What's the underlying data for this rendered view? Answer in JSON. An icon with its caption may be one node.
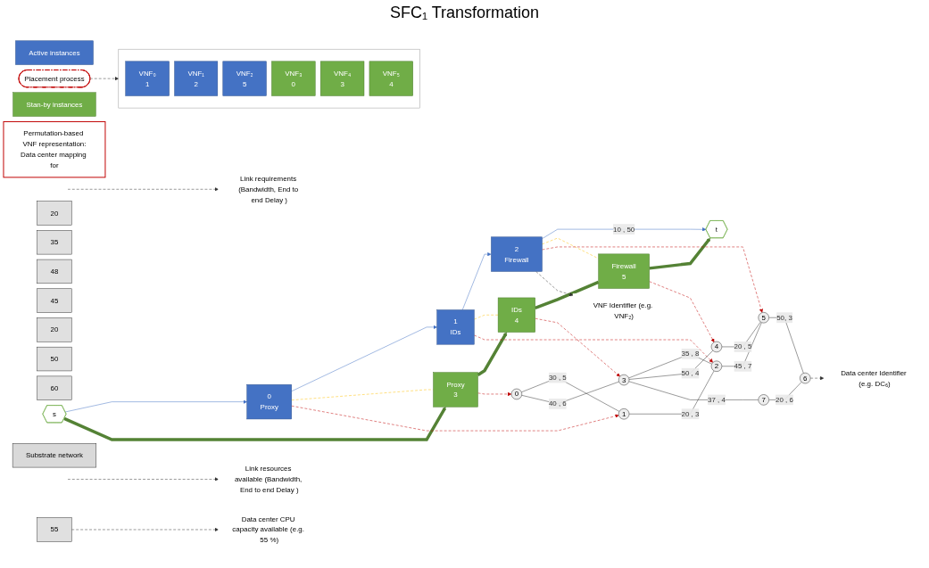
{
  "diagram": {
    "title": "SFC₁ Transformation",
    "nodes": [
      {
        "text": [
          "Active instances"
        ]
      },
      {
        "text": [
          "VNF Identifier (e.g. VNF₂)"
        ]
      },
      {
        "text": [
          "0",
          "Proxy"
        ]
      },
      {
        "text": [
          "1",
          "IDs"
        ]
      },
      {
        "text": [
          "2",
          "Firewall"
        ]
      },
      {
        "text": [
          "Link requirements (Bandwidth, End to end Delay )"
        ]
      },
      {
        "text": [
          "s"
        ]
      },
      {
        "text": [
          "t"
        ]
      },
      {
        "text": [
          "Proxy",
          "3"
        ]
      },
      {
        "text": [
          "IDs",
          "4"
        ]
      },
      {
        "text": [
          "Firewall",
          "5"
        ]
      },
      {
        "text": [
          "Stan-by instances"
        ]
      },
      {
        "text": [
          "Permutation-based VNF representation:",
          "Data center mapping for"
        ]
      },
      {
        "text": [],
        "shape": "box"
      },
      {
        "text": [
          "VNF₀",
          "1"
        ],
        "in": 13
      },
      {
        "text": [
          "VNF₁",
          "2"
        ],
        "in": 13
      },
      {
        "text": [
          "VNF₂",
          "5"
        ],
        "in": 13
      },
      {
        "text": [
          "VNF₃",
          "0"
        ],
        "in": 13
      },
      {
        "text": [
          "VNF₄",
          "3"
        ],
        "in": 13
      },
      {
        "text": [
          "VNF₅",
          "4"
        ],
        "in": 13
      },
      {
        "text": [
          "Placement process"
        ]
      },
      {
        "text": [
          "20"
        ]
      },
      {
        "text": [
          "35"
        ]
      },
      {
        "text": [
          "48"
        ]
      },
      {
        "text": [
          "45"
        ]
      },
      {
        "text": [
          "1"
        ]
      },
      {
        "text": [
          "2"
        ]
      },
      {
        "text": [
          "5"
        ]
      },
      {
        "text": [
          "6"
        ]
      },
      {
        "text": [
          "Data center Identifier (e.g. DC₆)"
        ]
      },
      {
        "text": [
          "4"
        ]
      },
      {
        "text": [
          "20"
        ]
      },
      {
        "text": [
          "0"
        ]
      },
      {
        "text": [
          "3"
        ]
      },
      {
        "text": [
          "7"
        ]
      },
      {
        "text": [
          "Link resources available (Bandwidth, End to end Delay )"
        ]
      },
      {
        "text": [
          "50"
        ]
      },
      {
        "text": [
          "60"
        ]
      },
      {
        "text": [
          "55"
        ]
      },
      {
        "text": [
          "Substrate network"
        ]
      },
      {
        "text": [
          "Data center CPU capacity available (e.g. 55 %)"
        ]
      }
    ],
    "edges": [
      {
        "from": 6,
        "to": 2,
        "arrow": "to",
        "color": "#4472c4"
      },
      {
        "from": 2,
        "to": 3,
        "arrow": "to",
        "color": "#4472c4"
      },
      {
        "from": 3,
        "to": 4,
        "arrow": "to",
        "color": "#4472c4"
      },
      {
        "from": 4,
        "to": 7,
        "arrow": "to",
        "color": "#4472c4",
        "label": "10 , 50"
      },
      {
        "from": 6,
        "to": 8,
        "arrow": "to",
        "color": "#548235",
        "style": "thick"
      },
      {
        "from": 8,
        "to": 9,
        "arrow": "to",
        "color": "#548235",
        "style": "thick"
      },
      {
        "from": 9,
        "to": 10,
        "arrow": "none",
        "color": "#548235",
        "style": "thick"
      },
      {
        "from": 10,
        "to": 7,
        "arrow": "to",
        "color": "#548235",
        "style": "thick"
      },
      {
        "from": 2,
        "to": 8,
        "arrow": "none",
        "color": "#ffc000",
        "style": "dashed"
      },
      {
        "from": 3,
        "to": 9,
        "arrow": "none",
        "color": "#ffc000",
        "style": "dashed"
      },
      {
        "from": 4,
        "to": 10,
        "arrow": "none",
        "color": "#ffc000",
        "style": "dashed"
      },
      {
        "from": 2,
        "to": 25,
        "arrow": "to",
        "color": "#c00000",
        "style": "dashed"
      },
      {
        "from": 3,
        "to": 26,
        "arrow": "to",
        "color": "#c00000",
        "style": "dashed"
      },
      {
        "from": 4,
        "to": 27,
        "arrow": "to",
        "color": "#c00000",
        "style": "dashed"
      },
      {
        "from": 8,
        "to": 32,
        "arrow": "to",
        "color": "#c00000",
        "style": "dashed"
      },
      {
        "from": 9,
        "to": 33,
        "arrow": "to",
        "color": "#c00000",
        "style": "dashed"
      },
      {
        "from": 10,
        "to": 30,
        "arrow": "to",
        "color": "#c00000",
        "style": "dashed"
      },
      {
        "from": 20,
        "to": 13,
        "arrow": "to",
        "style": "dashed"
      },
      {
        "from": 4,
        "to": 1,
        "arrow": "to",
        "style": "dashed"
      },
      {
        "from": null,
        "to": 5,
        "arrow": "to",
        "style": "dashed"
      },
      {
        "from": 28,
        "to": 29,
        "arrow": "to",
        "style": "dashed"
      },
      {
        "from": null,
        "to": 35,
        "arrow": "to",
        "style": "dashed"
      },
      {
        "from": 38,
        "to": 40,
        "arrow": "to",
        "style": "dashed"
      },
      {
        "from": 25,
        "to": 26,
        "arrow": "none",
        "label": "20 , 3"
      },
      {
        "from": 26,
        "to": 27,
        "arrow": "none",
        "label": "45 , 7"
      },
      {
        "from": 27,
        "to": 28,
        "arrow": "none",
        "label": "50, 3"
      },
      {
        "from": 32,
        "to": 25,
        "arrow": "none",
        "label": "30 , 5"
      },
      {
        "from": 33,
        "to": 26,
        "arrow": "none",
        "label": "35 , 8"
      },
      {
        "from": 30,
        "to": 27,
        "arrow": "none",
        "label": "20 , 5"
      },
      {
        "from": 33,
        "to": 30,
        "arrow": "none",
        "label": "50 , 4"
      },
      {
        "from": 32,
        "to": 33,
        "arrow": "none",
        "label": "40 , 6"
      },
      {
        "from": 33,
        "to": 34,
        "arrow": "none",
        "label": "37 , 4"
      },
      {
        "from": 34,
        "to": 28,
        "arrow": "none",
        "label": "20 , 6"
      }
    ]
  }
}
